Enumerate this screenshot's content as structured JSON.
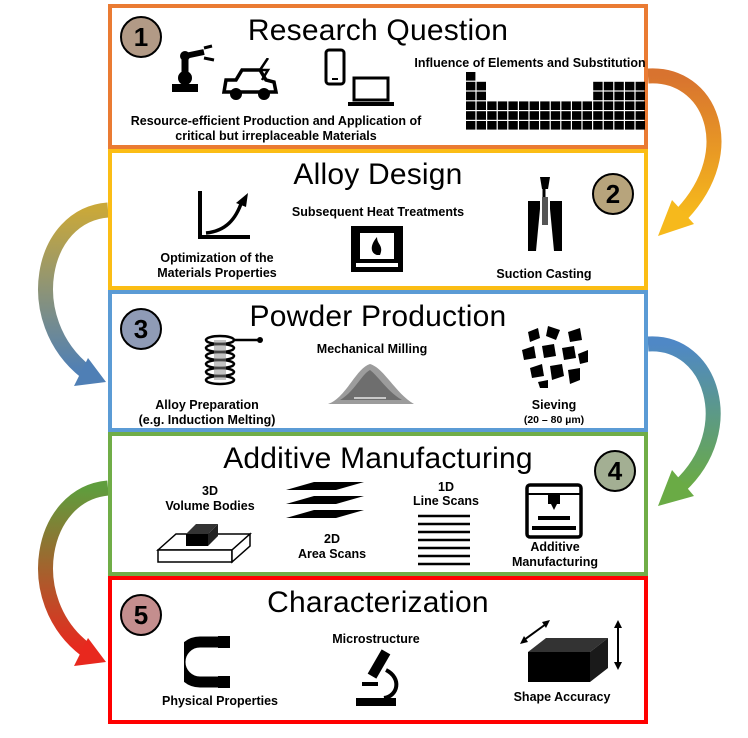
{
  "steps": [
    {
      "number": "1",
      "title": "Research Question",
      "border_color": "#ea7b33",
      "badge_color": "#b29a86",
      "labels": {
        "production": "Resource-efficient Production and Application of",
        "production_2": "critical but irreplaceable Materials",
        "elements": "Influence of Elements and Substitution"
      },
      "icons": [
        "robot-arm-icon",
        "electric-car-icon",
        "smartphone-icon",
        "laptop-icon",
        "periodic-table-icon"
      ]
    },
    {
      "number": "2",
      "title": "Alloy Design",
      "border_color": "#fbbd15",
      "badge_color": "#b7a47c",
      "labels": {
        "optimization": "Optimization of the",
        "optimization_2": "Materials Properties",
        "heat": "Subsequent Heat Treatments",
        "casting": "Suction Casting"
      },
      "icons": [
        "rising-curve-icon",
        "furnace-icon",
        "suction-casting-icon"
      ]
    },
    {
      "number": "3",
      "title": "Powder Production",
      "border_color": "#5b9bd5",
      "badge_color": "#8f9bb6",
      "labels": {
        "alloy": "Alloy Preparation",
        "alloy_2": "(e.g. Induction Melting)",
        "milling": "Mechanical Milling",
        "sieving": "Sieving",
        "sieving_range": "(20 – 80 µm)"
      },
      "icons": [
        "induction-coil-icon",
        "powder-pile-icon",
        "sieved-particles-icon"
      ]
    },
    {
      "number": "4",
      "title": "Additive Manufacturing",
      "border_color": "#70ad47",
      "badge_color": "#a3af93",
      "labels": {
        "volume_dim": "3D",
        "volume": "Volume Bodies",
        "area_dim": "2D",
        "area": "Area Scans",
        "line_dim": "1D",
        "line": "Line Scans",
        "am": "Additive",
        "am_2": "Manufacturing"
      },
      "icons": [
        "volume-body-icon",
        "area-scan-icon",
        "line-scan-icon",
        "3d-printer-icon"
      ]
    },
    {
      "number": "5",
      "title": "Characterization",
      "border_color": "#ff0000",
      "badge_color": "#c48e8e",
      "labels": {
        "physical": "Physical Properties",
        "micro": "Microstructure",
        "shape": "Shape Accuracy"
      },
      "icons": [
        "magnet-icon",
        "microscope-icon",
        "shape-block-icon"
      ]
    }
  ],
  "connectors": [
    {
      "from": "1",
      "to": "2",
      "side": "right",
      "colors": [
        "#ea7b33",
        "#fbbd15"
      ]
    },
    {
      "from": "2",
      "to": "3",
      "side": "left",
      "colors": [
        "#fbbd15",
        "#5b9bd5"
      ]
    },
    {
      "from": "3",
      "to": "4",
      "side": "right",
      "colors": [
        "#5b9bd5",
        "#70ad47"
      ]
    },
    {
      "from": "4",
      "to": "5",
      "side": "left",
      "colors": [
        "#70ad47",
        "#ff0000"
      ]
    }
  ]
}
